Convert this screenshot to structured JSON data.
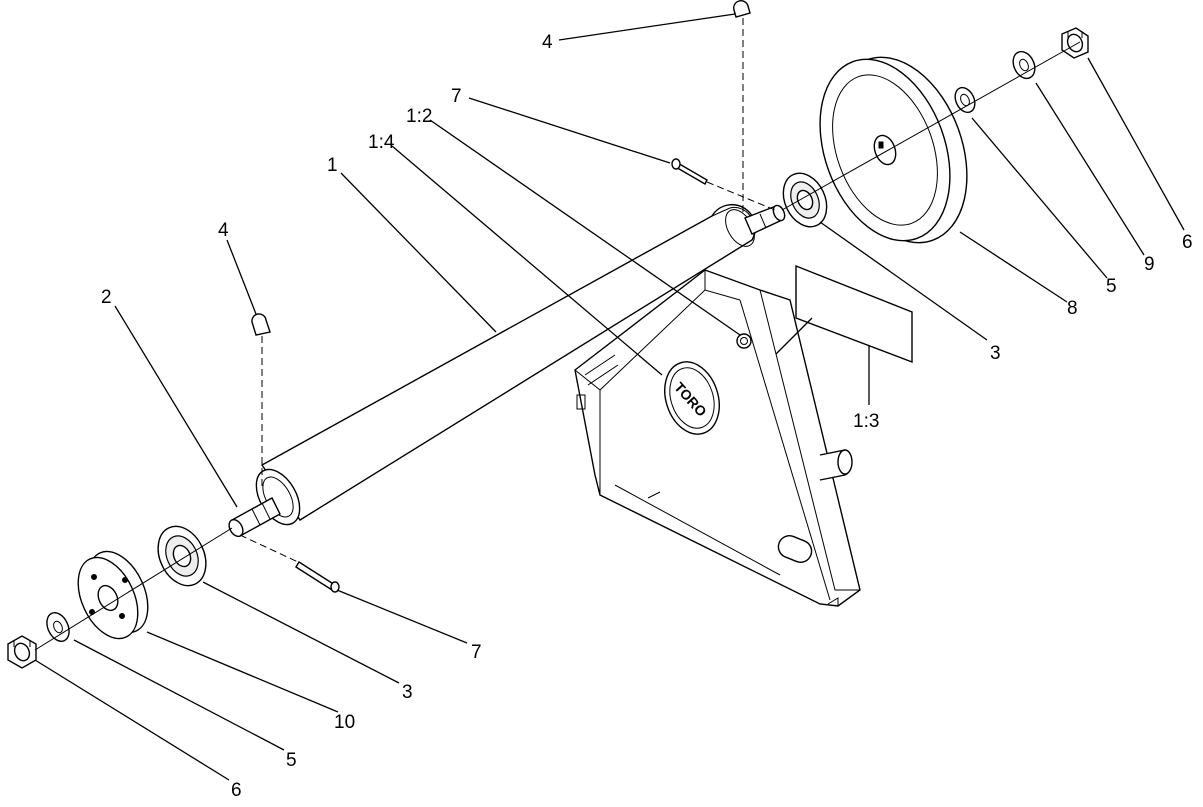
{
  "brand_logo": "TORO",
  "callouts": [
    {
      "id": "c-1",
      "text": "1"
    },
    {
      "id": "c-1-2",
      "text": "1:2"
    },
    {
      "id": "c-1-3",
      "text": "1:3"
    },
    {
      "id": "c-1-4",
      "text": "1:4"
    },
    {
      "id": "c-2",
      "text": "2"
    },
    {
      "id": "c-3a",
      "text": "3"
    },
    {
      "id": "c-3b",
      "text": "3"
    },
    {
      "id": "c-4a",
      "text": "4"
    },
    {
      "id": "c-4b",
      "text": "4"
    },
    {
      "id": "c-5a",
      "text": "5"
    },
    {
      "id": "c-5b",
      "text": "5"
    },
    {
      "id": "c-6a",
      "text": "6"
    },
    {
      "id": "c-6b",
      "text": "6"
    },
    {
      "id": "c-7a",
      "text": "7"
    },
    {
      "id": "c-7b",
      "text": "7"
    },
    {
      "id": "c-8",
      "text": "8"
    },
    {
      "id": "c-9",
      "text": "9"
    },
    {
      "id": "c-10",
      "text": "10"
    }
  ]
}
